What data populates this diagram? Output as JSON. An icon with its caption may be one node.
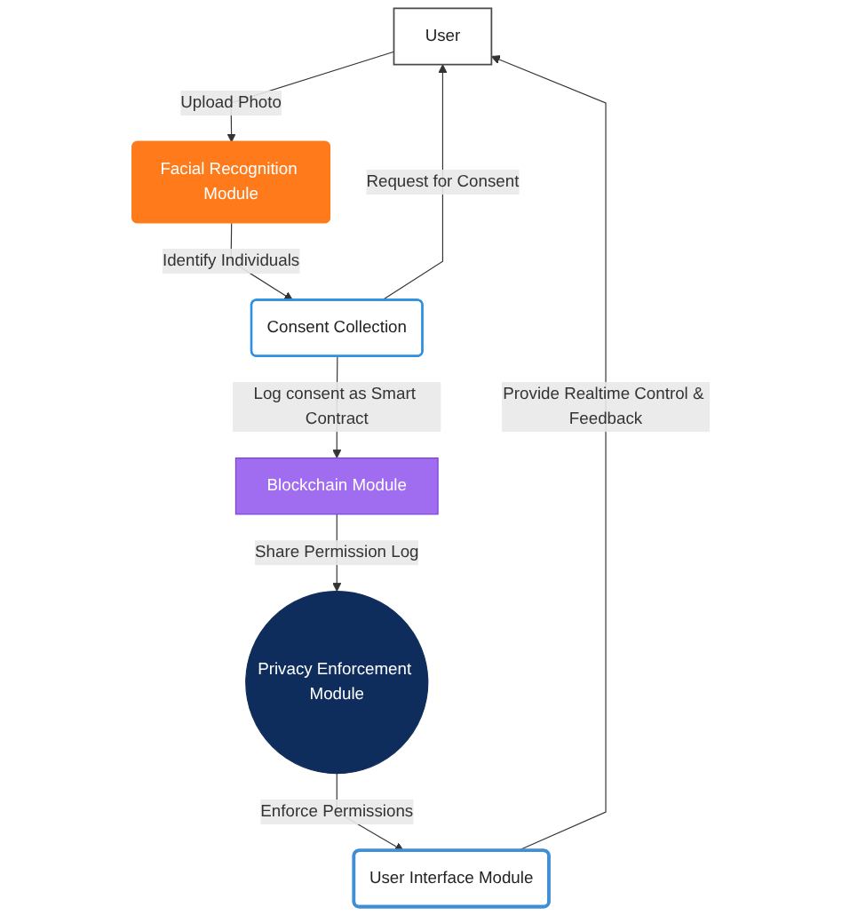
{
  "diagram": {
    "nodes": [
      {
        "text": [
          "User"
        ]
      },
      {
        "text": [
          "Facial Recognition Module"
        ]
      },
      {
        "text": [
          "Consent Collection"
        ]
      },
      {
        "text": [
          "Blockchain Module"
        ]
      },
      {
        "text": [
          "Privacy Enforcement Module"
        ]
      },
      {
        "text": [
          "User Interface Module"
        ]
      }
    ],
    "edges": [
      {
        "from": 0,
        "to": 1,
        "arrow": "to",
        "label": "Upload Photo"
      },
      {
        "from": 1,
        "to": 2,
        "arrow": "to",
        "label": "Identify Individuals"
      },
      {
        "from": 2,
        "to": 0,
        "arrow": "to",
        "label": "Request for Consent"
      },
      {
        "from": 2,
        "to": 3,
        "arrow": "to",
        "label": "Log consent as Smart Contract"
      },
      {
        "from": 3,
        "to": 4,
        "arrow": "to",
        "label": "Share Permission Log"
      },
      {
        "from": 4,
        "to": 5,
        "arrow": "to",
        "label": "Enforce Permissions"
      },
      {
        "from": 5,
        "to": 0,
        "arrow": "to",
        "label": "Provide Realtime Control & Feedback"
      }
    ]
  }
}
